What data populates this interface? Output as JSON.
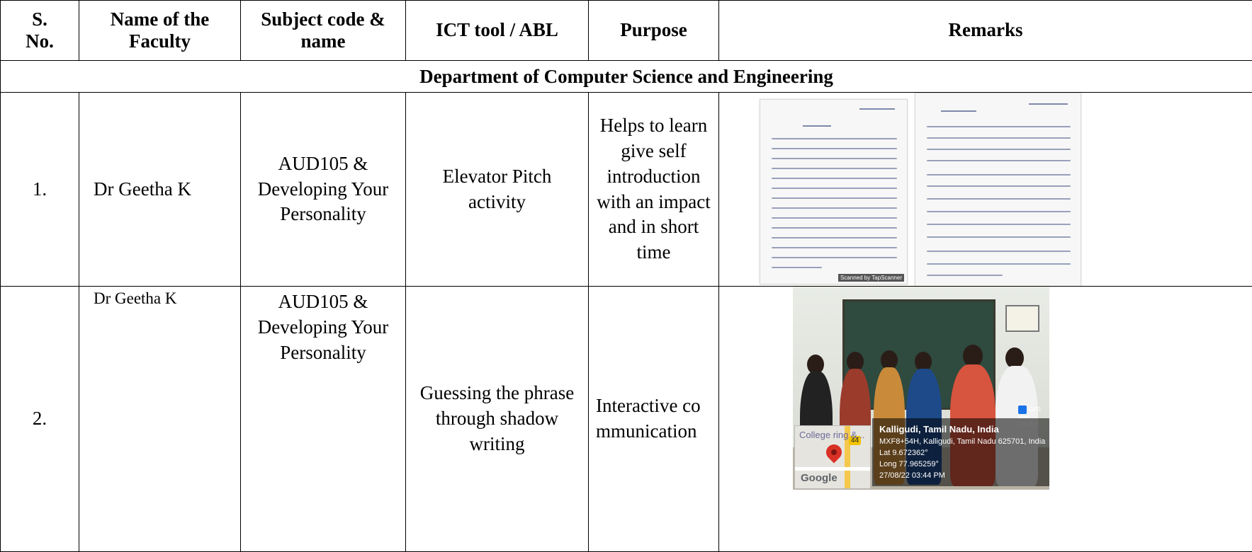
{
  "headers": {
    "sno": "S. No.",
    "faculty": "Name of the Faculty",
    "subject": "Subject code & name",
    "ict": "ICT tool / ABL",
    "purpose": "Purpose",
    "remarks": "Remarks"
  },
  "department": "Department of Computer Science and Engineering",
  "rows": [
    {
      "sno": "1.",
      "faculty": "Dr Geetha K",
      "subject": "AUD105 & Developing Your Personality",
      "ict": "Elevator Pitch activity",
      "purpose": "Helps to learn give self introduction with an impact and in short time",
      "remarks": {
        "scan_stamp": "Scanned by TapScanner"
      }
    },
    {
      "sno": "2.",
      "faculty": "Dr Geetha K",
      "subject": "AUD105 & Developing Your Personality",
      "ict": "Guessing the phrase through shadow writing",
      "purpose": "Interactive communication",
      "remarks": {
        "map_college": "College ring &...",
        "map_route": "44",
        "map_brand": "Google",
        "camera_label": "GPS Map Camera",
        "location": "Kalligudi, Tamil Nadu, India",
        "address": "MXF8+54H, Kalligudi, Tamil Nadu 625701, India",
        "lat": "Lat 9.672362°",
        "long": "Long 77.965259°",
        "datetime": "27/08/22 03:44 PM"
      }
    }
  ],
  "colors": {
    "border": "#000000",
    "board": "#2f4a3e",
    "map_pin": "#d93025"
  }
}
